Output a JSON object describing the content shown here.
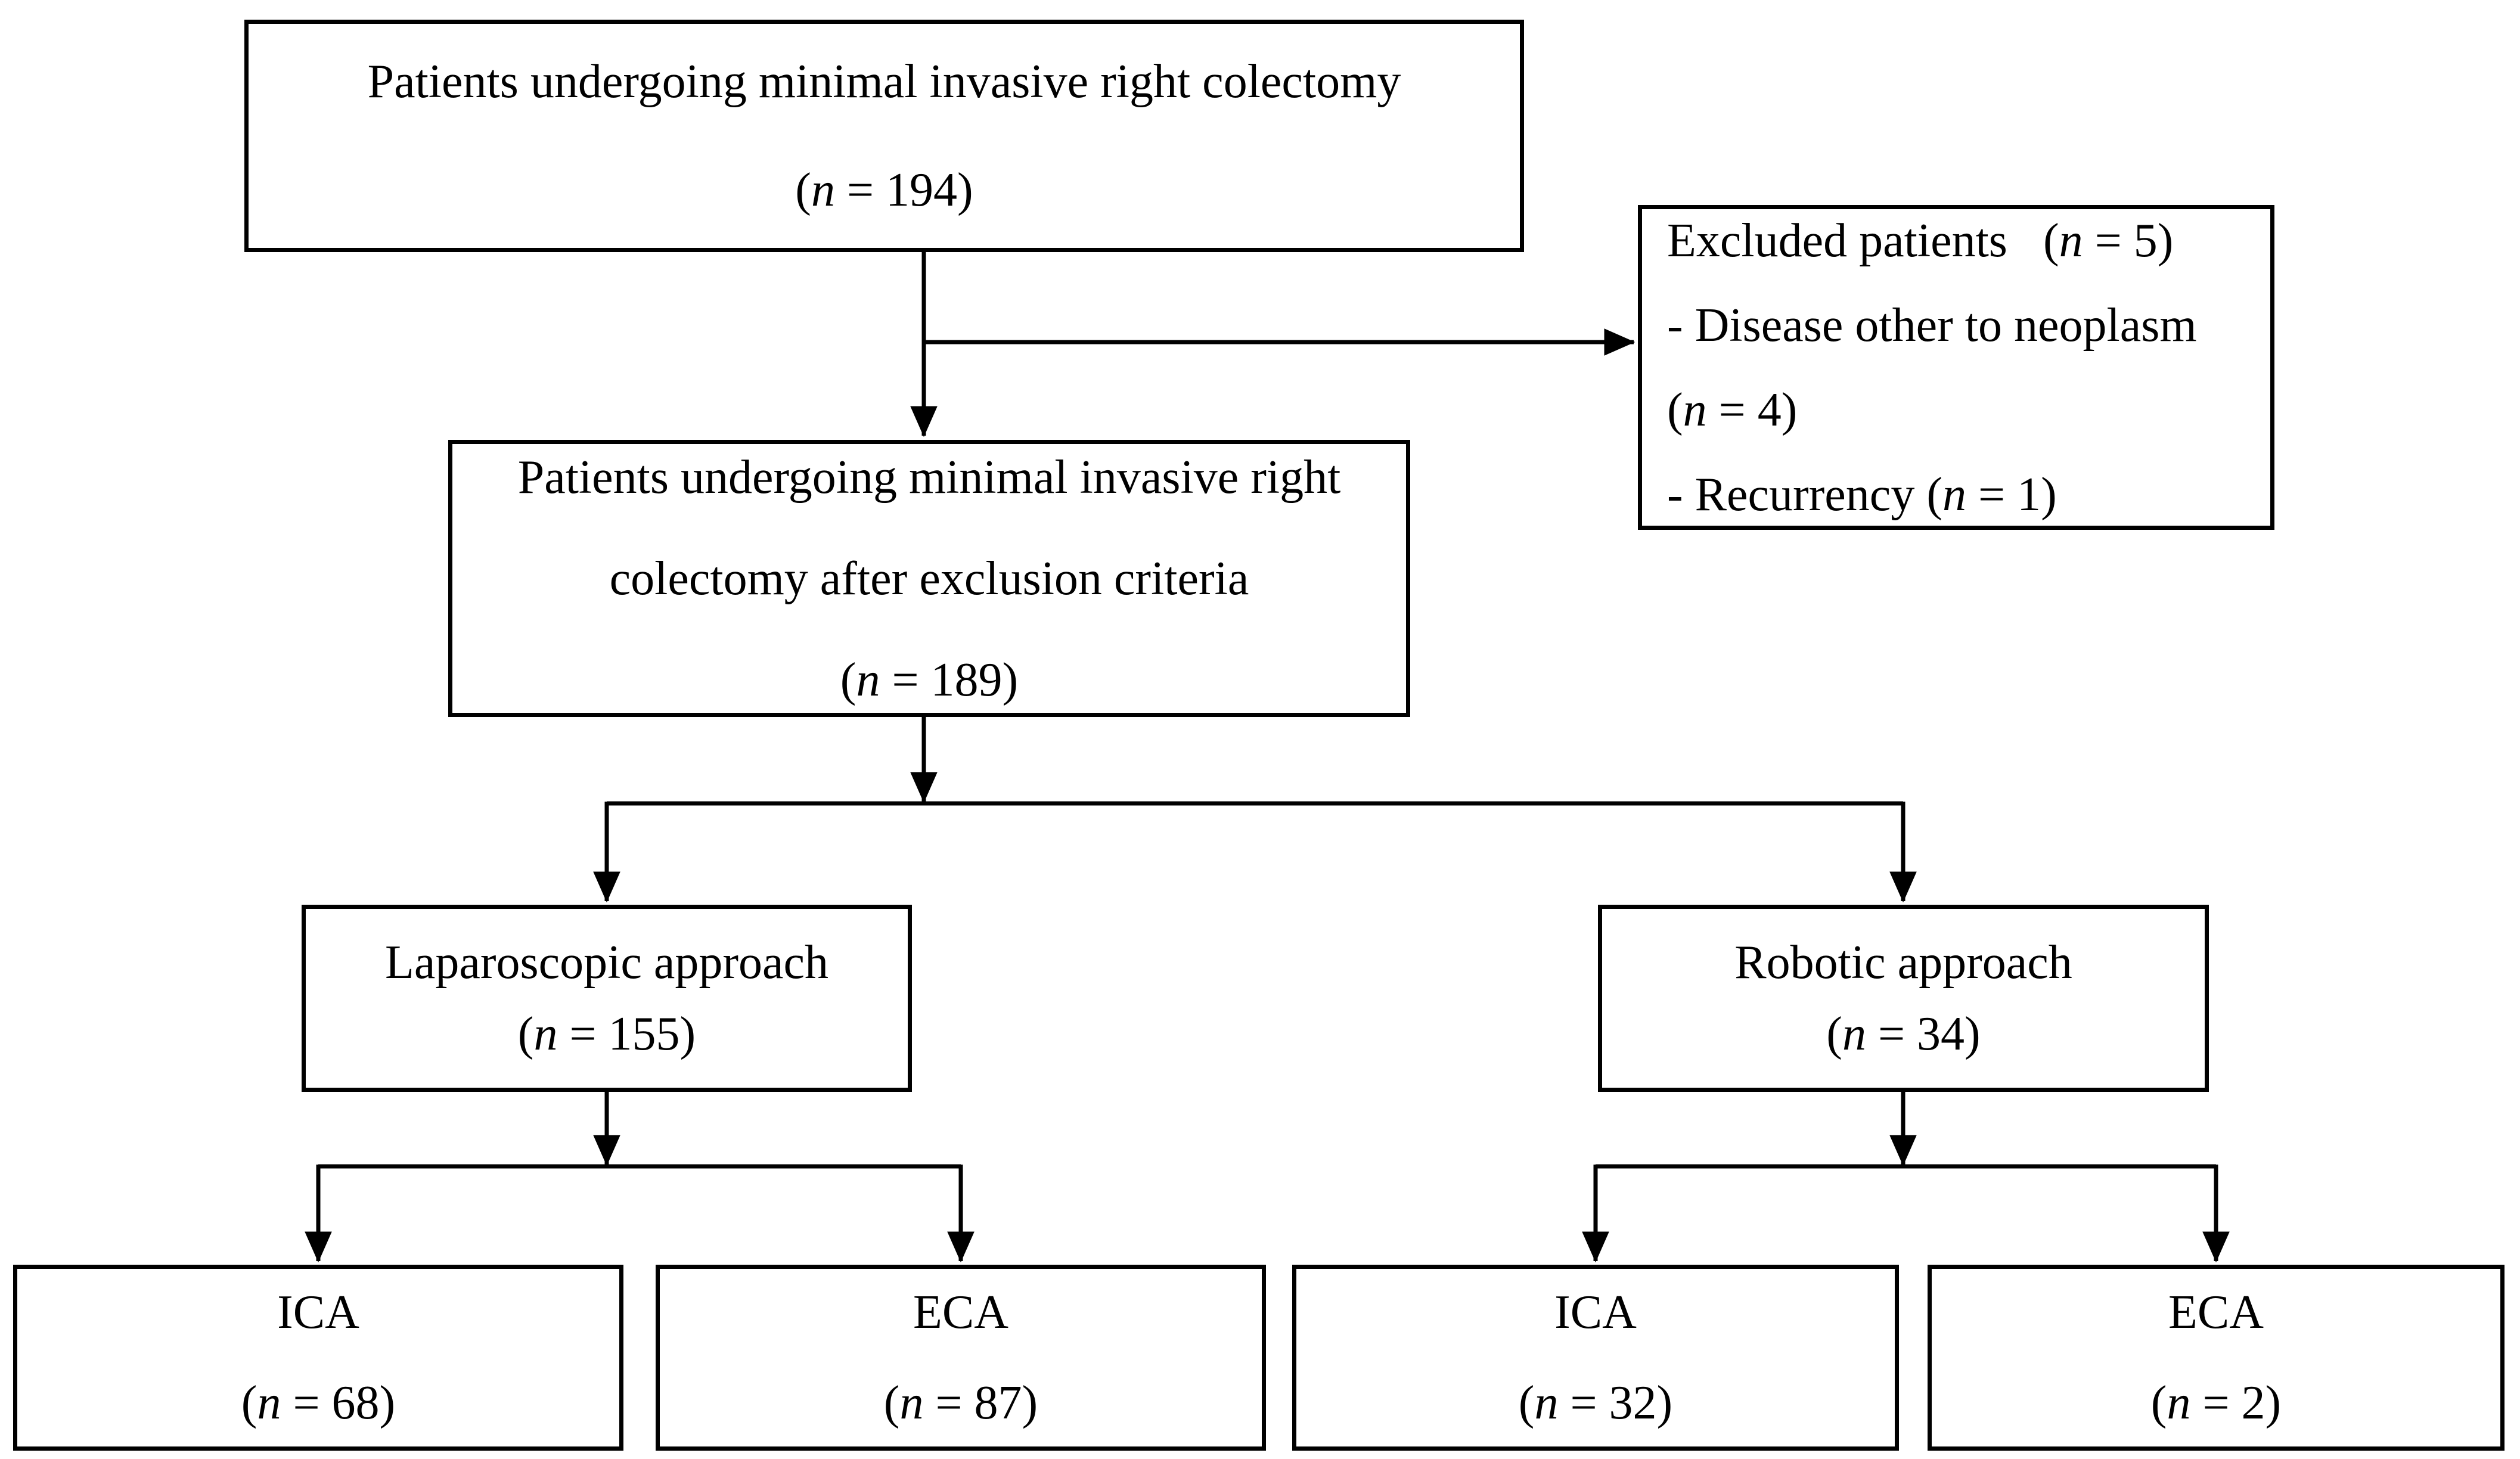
{
  "figure": {
    "type": "patient-flow-diagram",
    "colors": {
      "background": "#ffffff",
      "box_border": "#000000",
      "connector": "#000000",
      "text": "#000000"
    },
    "nodes": {
      "top": {
        "line1": "Patients undergoing minimal invasive right colectomy",
        "n_line": "(n = 194)"
      },
      "excluded": {
        "line1": "Excluded patients   (n = 5)",
        "line2": "- Disease other to neoplasm",
        "line3": "(n = 4)",
        "line4": "- Recurrency (n = 1)"
      },
      "after_exclusion": {
        "line1": "Patients undergoing minimal invasive right",
        "line2": "colectomy after exclusion criteria",
        "n_line": "(n = 189)"
      },
      "laparoscopic": {
        "line1": "Laparoscopic approach",
        "n_line": "(n = 155)"
      },
      "robotic": {
        "line1": "Robotic approach",
        "n_line": "(n = 34)"
      },
      "lap_ica": {
        "line1": "ICA",
        "n_line": "(n = 68)"
      },
      "lap_eca": {
        "line1": "ECA",
        "n_line": "(n = 87)"
      },
      "rob_ica": {
        "line1": "ICA",
        "n_line": "(n = 32)"
      },
      "rob_eca": {
        "line1": "ECA",
        "n_line": "(n = 2)"
      }
    }
  }
}
